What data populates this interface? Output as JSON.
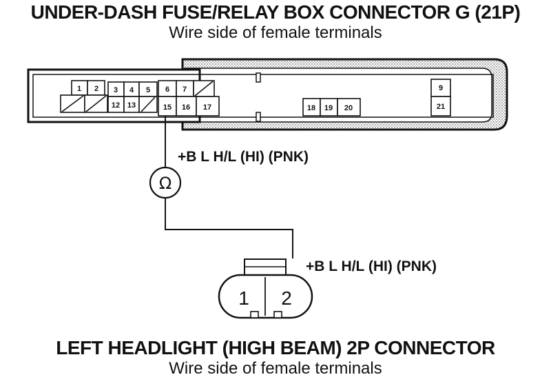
{
  "header": {
    "title": "UNDER-DASH FUSE/RELAY BOX CONNECTOR G (21P)",
    "subtitle": "Wire side of female terminals"
  },
  "footer": {
    "title": "LEFT HEADLIGHT (HIGH BEAM) 2P CONNECTOR",
    "subtitle": "Wire side of female terminals"
  },
  "connector_g": {
    "pins": [
      "1",
      "2",
      "3",
      "4",
      "5",
      "6",
      "7",
      "12",
      "13",
      "15",
      "16",
      "17",
      "18",
      "19",
      "20",
      "9",
      "21"
    ]
  },
  "wire_labels": {
    "upper": "+B L H/L (HI) (PNK)",
    "lower": "+B L H/L (HI) (PNK)"
  },
  "meter": {
    "symbol": "Ω",
    "icon": "ohmmeter-icon"
  },
  "headlight_connector": {
    "pins": [
      "1",
      "2"
    ]
  },
  "colors": {
    "ink": "#111111",
    "shade": "#c8c8c8"
  }
}
